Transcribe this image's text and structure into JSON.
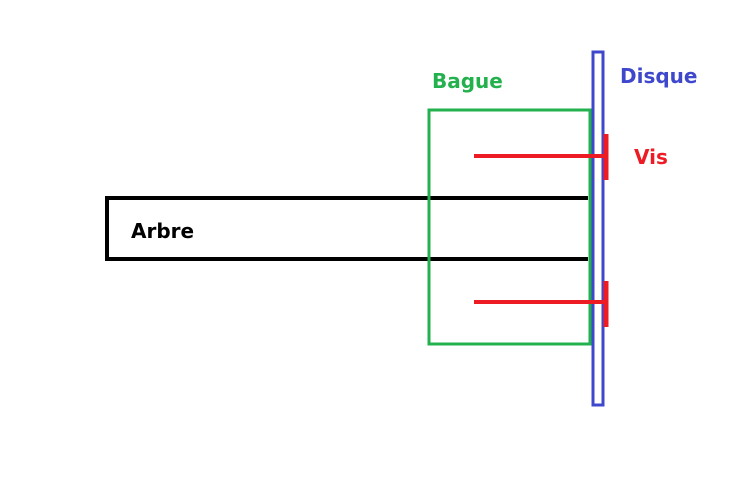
{
  "labels": {
    "arbre": "Arbre",
    "bague": "Bague",
    "disque": "Disque",
    "vis": "Vis"
  },
  "colors": {
    "arbre": "#000000",
    "bague": "#22b14c",
    "disque": "#3f48cc",
    "vis": "#ed1c24",
    "background": "#ffffff"
  },
  "components": [
    {
      "key": "arbre",
      "shape": "shaft-rectangle"
    },
    {
      "key": "bague",
      "shape": "ring-rectangle"
    },
    {
      "key": "disque",
      "shape": "thin-vertical-plate"
    },
    {
      "key": "vis",
      "shape": "t-screws",
      "count": 2
    }
  ]
}
